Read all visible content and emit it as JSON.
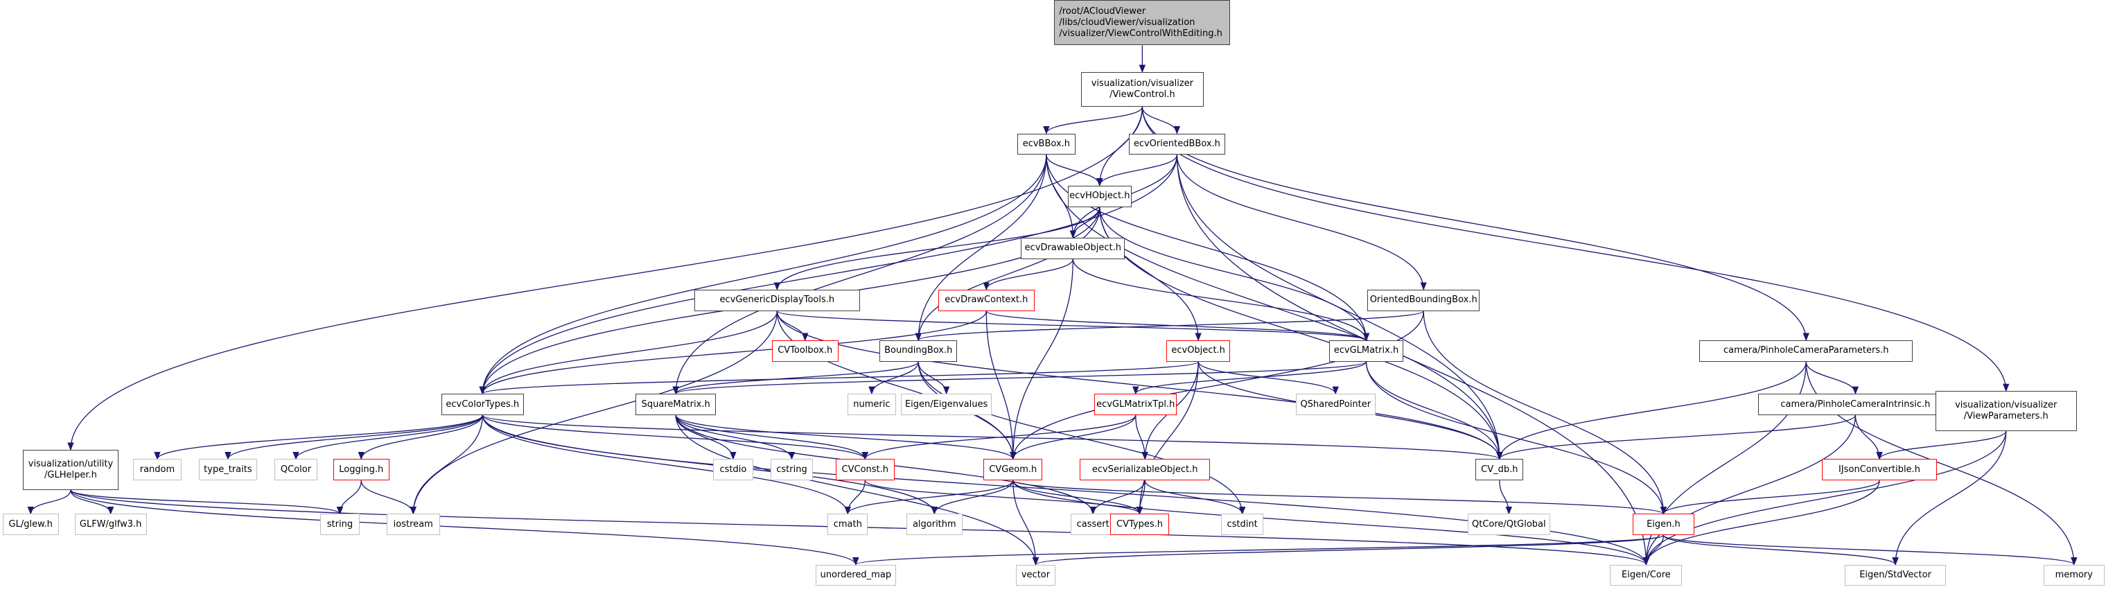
{
  "diagram": {
    "type": "include-dependency-graph",
    "edge_color": "#191970",
    "border_colors": {
      "documented": "#404040",
      "undocumented": "#ff0000",
      "external": "#bfbfbf",
      "root_fill": "#bfbfbf"
    },
    "nodes": [
      {
        "id": "root",
        "label": "/root/ACloudViewer\n/libs/cloudViewer/visualization\n/visualizer/ViewControlWithEditing.h",
        "kind": "root"
      },
      {
        "id": "viewcontrol",
        "label": "visualization/visualizer\n/ViewControl.h",
        "kind": "black"
      },
      {
        "id": "bbox",
        "label": "ecvBBox.h",
        "kind": "black"
      },
      {
        "id": "orientedbbox",
        "label": "ecvOrientedBBox.h",
        "kind": "black"
      },
      {
        "id": "hobject",
        "label": "ecvHObject.h",
        "kind": "black"
      },
      {
        "id": "drawable",
        "label": "ecvDrawableObject.h",
        "kind": "black"
      },
      {
        "id": "generic",
        "label": "ecvGenericDisplayTools.h",
        "kind": "black"
      },
      {
        "id": "drawcontext",
        "label": "ecvDrawContext.h",
        "kind": "red"
      },
      {
        "id": "obb",
        "label": "OrientedBoundingBox.h",
        "kind": "black"
      },
      {
        "id": "cvtoolbox",
        "label": "CVToolbox.h",
        "kind": "red"
      },
      {
        "id": "boundingbox",
        "label": "BoundingBox.h",
        "kind": "black"
      },
      {
        "id": "ecvobject",
        "label": "ecvObject.h",
        "kind": "red"
      },
      {
        "id": "glmatrix",
        "label": "ecvGLMatrix.h",
        "kind": "black"
      },
      {
        "id": "pinholeparams",
        "label": "camera/PinholeCameraParameters.h",
        "kind": "black"
      },
      {
        "id": "colortypes",
        "label": "ecvColorTypes.h",
        "kind": "black"
      },
      {
        "id": "squarematrix",
        "label": "SquareMatrix.h",
        "kind": "black"
      },
      {
        "id": "numeric",
        "label": "numeric",
        "kind": "gray"
      },
      {
        "id": "eigenvalues",
        "label": "Eigen/Eigenvalues",
        "kind": "gray"
      },
      {
        "id": "glmatrixtpl",
        "label": "ecvGLMatrixTpl.h",
        "kind": "red"
      },
      {
        "id": "qsharedpointer",
        "label": "QSharedPointer",
        "kind": "gray"
      },
      {
        "id": "pinholeintrinsic",
        "label": "camera/PinholeCameraIntrinsic.h",
        "kind": "black"
      },
      {
        "id": "viewparams",
        "label": "visualization/visualizer\n/ViewParameters.h",
        "kind": "black"
      },
      {
        "id": "glhelper",
        "label": "visualization/utility\n/GLHelper.h",
        "kind": "black"
      },
      {
        "id": "random",
        "label": "random",
        "kind": "gray"
      },
      {
        "id": "typetraits",
        "label": "type_traits",
        "kind": "gray"
      },
      {
        "id": "qcolor",
        "label": "QColor",
        "kind": "gray"
      },
      {
        "id": "logging",
        "label": "Logging.h",
        "kind": "red"
      },
      {
        "id": "cstdio",
        "label": "cstdio",
        "kind": "gray"
      },
      {
        "id": "cstring",
        "label": "cstring",
        "kind": "gray"
      },
      {
        "id": "cvconst",
        "label": "CVConst.h",
        "kind": "red"
      },
      {
        "id": "cvgeom",
        "label": "CVGeom.h",
        "kind": "red"
      },
      {
        "id": "serializable",
        "label": "ecvSerializableObject.h",
        "kind": "red"
      },
      {
        "id": "cvdb",
        "label": "CV_db.h",
        "kind": "black"
      },
      {
        "id": "ijson",
        "label": "IJsonConvertible.h",
        "kind": "red"
      },
      {
        "id": "glew",
        "label": "GL/glew.h",
        "kind": "gray"
      },
      {
        "id": "glfw",
        "label": "GLFW/glfw3.h",
        "kind": "gray"
      },
      {
        "id": "string",
        "label": "string",
        "kind": "gray"
      },
      {
        "id": "iostream",
        "label": "iostream",
        "kind": "gray"
      },
      {
        "id": "cmath",
        "label": "cmath",
        "kind": "gray"
      },
      {
        "id": "algorithm",
        "label": "algorithm",
        "kind": "gray"
      },
      {
        "id": "cassert",
        "label": "cassert",
        "kind": "gray"
      },
      {
        "id": "cvtypes",
        "label": "CVTypes.h",
        "kind": "red"
      },
      {
        "id": "cstdint",
        "label": "cstdint",
        "kind": "gray"
      },
      {
        "id": "qtglobal",
        "label": "QtCore/QtGlobal",
        "kind": "gray"
      },
      {
        "id": "eigenh",
        "label": "Eigen.h",
        "kind": "red"
      },
      {
        "id": "unorderedmap",
        "label": "unordered_map",
        "kind": "gray"
      },
      {
        "id": "vector",
        "label": "vector",
        "kind": "gray"
      },
      {
        "id": "eigencore",
        "label": "Eigen/Core",
        "kind": "gray"
      },
      {
        "id": "eigenstdvector",
        "label": "Eigen/StdVector",
        "kind": "gray"
      },
      {
        "id": "memory",
        "label": "memory",
        "kind": "gray"
      }
    ],
    "edges": [
      [
        "root",
        "viewcontrol"
      ],
      [
        "viewcontrol",
        "bbox"
      ],
      [
        "viewcontrol",
        "orientedbbox"
      ],
      [
        "viewcontrol",
        "hobject"
      ],
      [
        "viewcontrol",
        "glhelper"
      ],
      [
        "viewcontrol",
        "pinholeparams"
      ],
      [
        "viewcontrol",
        "viewparams"
      ],
      [
        "bbox",
        "hobject"
      ],
      [
        "bbox",
        "drawable"
      ],
      [
        "bbox",
        "boundingbox"
      ],
      [
        "bbox",
        "colortypes"
      ],
      [
        "bbox",
        "squarematrix"
      ],
      [
        "bbox",
        "glmatrix"
      ],
      [
        "bbox",
        "cvdb"
      ],
      [
        "orientedbbox",
        "hobject"
      ],
      [
        "orientedbbox",
        "drawable"
      ],
      [
        "orientedbbox",
        "obb"
      ],
      [
        "orientedbbox",
        "colortypes"
      ],
      [
        "orientedbbox",
        "cvdb"
      ],
      [
        "orientedbbox",
        "eigencore"
      ],
      [
        "hobject",
        "drawable"
      ],
      [
        "hobject",
        "generic"
      ],
      [
        "hobject",
        "ecvobject"
      ],
      [
        "hobject",
        "glmatrix"
      ],
      [
        "hobject",
        "boundingbox"
      ],
      [
        "hobject",
        "colortypes"
      ],
      [
        "hobject",
        "cvdb"
      ],
      [
        "drawable",
        "drawcontext"
      ],
      [
        "drawable",
        "glmatrix"
      ],
      [
        "drawable",
        "cvgeom"
      ],
      [
        "generic",
        "cvtoolbox"
      ],
      [
        "generic",
        "glmatrix"
      ],
      [
        "generic",
        "colortypes"
      ],
      [
        "generic",
        "cvdb"
      ],
      [
        "generic",
        "iostream"
      ],
      [
        "generic",
        "cvgeom"
      ],
      [
        "drawcontext",
        "glmatrix"
      ],
      [
        "drawcontext",
        "colortypes"
      ],
      [
        "drawcontext",
        "cvgeom"
      ],
      [
        "obb",
        "boundingbox"
      ],
      [
        "obb",
        "eigenh"
      ],
      [
        "obb",
        "cvgeom"
      ],
      [
        "boundingbox",
        "squarematrix"
      ],
      [
        "boundingbox",
        "numeric"
      ],
      [
        "boundingbox",
        "eigenvalues"
      ],
      [
        "boundingbox",
        "cvgeom"
      ],
      [
        "boundingbox",
        "cstdint"
      ],
      [
        "ecvobject",
        "colortypes"
      ],
      [
        "ecvobject",
        "qsharedpointer"
      ],
      [
        "ecvobject",
        "serializable"
      ],
      [
        "ecvobject",
        "cvdb"
      ],
      [
        "ecvobject",
        "cvtypes"
      ],
      [
        "glmatrix",
        "glmatrixtpl"
      ],
      [
        "glmatrix",
        "squarematrix"
      ],
      [
        "glmatrix",
        "cvdb"
      ],
      [
        "glmatrix",
        "eigenh"
      ],
      [
        "glmatrixtpl",
        "cvconst"
      ],
      [
        "glmatrixtpl",
        "cvgeom"
      ],
      [
        "glmatrixtpl",
        "serializable"
      ],
      [
        "pinholeparams",
        "pinholeintrinsic"
      ],
      [
        "pinholeparams",
        "cvdb"
      ],
      [
        "pinholeparams",
        "eigencore"
      ],
      [
        "pinholeparams",
        "memory"
      ],
      [
        "pinholeintrinsic",
        "ijson"
      ],
      [
        "pinholeintrinsic",
        "cvdb"
      ],
      [
        "pinholeintrinsic",
        "eigencore"
      ],
      [
        "viewparams",
        "ijson"
      ],
      [
        "viewparams",
        "eigencore"
      ],
      [
        "viewparams",
        "eigenstdvector"
      ],
      [
        "colortypes",
        "random"
      ],
      [
        "colortypes",
        "typetraits"
      ],
      [
        "colortypes",
        "qcolor"
      ],
      [
        "colortypes",
        "logging"
      ],
      [
        "colortypes",
        "iostream"
      ],
      [
        "colortypes",
        "cvconst"
      ],
      [
        "colortypes",
        "cmath"
      ],
      [
        "colortypes",
        "algorithm"
      ],
      [
        "colortypes",
        "cvdb"
      ],
      [
        "colortypes",
        "eigencore"
      ],
      [
        "squarematrix",
        "cstdio"
      ],
      [
        "squarematrix",
        "cstring"
      ],
      [
        "squarematrix",
        "cvconst"
      ],
      [
        "squarematrix",
        "cvgeom"
      ],
      [
        "squarematrix",
        "cassert"
      ],
      [
        "squarematrix",
        "vector"
      ],
      [
        "glhelper",
        "glew"
      ],
      [
        "glhelper",
        "glfw"
      ],
      [
        "glhelper",
        "string"
      ],
      [
        "glhelper",
        "unorderedmap"
      ],
      [
        "glhelper",
        "eigencore"
      ],
      [
        "logging",
        "string"
      ],
      [
        "logging",
        "iostream"
      ],
      [
        "cvconst",
        "cmath"
      ],
      [
        "cvconst",
        "cvtypes"
      ],
      [
        "cvgeom",
        "cmath"
      ],
      [
        "cvgeom",
        "algorithm"
      ],
      [
        "cvgeom",
        "cvtypes"
      ],
      [
        "cvgeom",
        "vector"
      ],
      [
        "cvgeom",
        "eigenh"
      ],
      [
        "cvgeom",
        "eigencore"
      ],
      [
        "serializable",
        "cvtypes"
      ],
      [
        "serializable",
        "cstdint"
      ],
      [
        "serializable",
        "cassert"
      ],
      [
        "cvdb",
        "qtglobal"
      ],
      [
        "ijson",
        "eigenh"
      ],
      [
        "ijson",
        "eigencore"
      ],
      [
        "eigenh",
        "eigencore"
      ],
      [
        "eigenh",
        "eigenstdvector"
      ],
      [
        "eigenh",
        "vector"
      ],
      [
        "eigenh",
        "memory"
      ],
      [
        "eigenh",
        "unorderedmap"
      ]
    ]
  }
}
